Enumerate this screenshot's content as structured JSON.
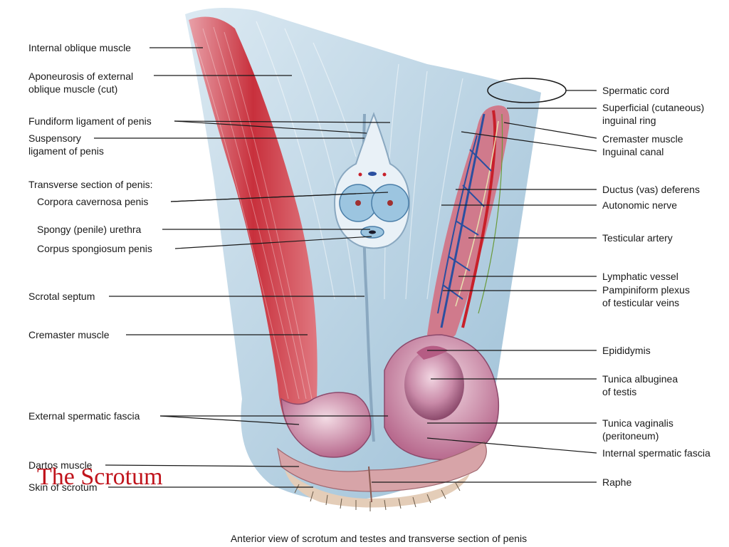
{
  "title": "The Scrotum",
  "caption": "Anterior view of scrotum and testes and transverse section of penis",
  "labels_left": {
    "internal_oblique": "Internal oblique muscle",
    "aponeurosis": "Aponeurosis of external\noblique muscle (cut)",
    "fundiform": "Fundiform ligament of penis",
    "suspensory": "Suspensory\nligament of penis",
    "transverse_section": "Transverse section of penis:",
    "corpora_cavernosa": "Corpora cavernosa penis",
    "spongy_urethra": "Spongy (penile) urethra",
    "corpus_spongiosum": "Corpus spongiosum penis",
    "scrotal_septum": "Scrotal septum",
    "cremaster_left": "Cremaster muscle",
    "external_fascia": "External spermatic fascia",
    "dartos": "Dartos muscle",
    "skin": "Skin of scrotum"
  },
  "labels_right": {
    "spermatic_cord": "Spermatic cord",
    "superficial_ring": "Superficial (cutaneous)\ninguinal ring",
    "cremaster_right": "Cremaster muscle",
    "inguinal_canal": "Inguinal canal",
    "ductus_deferens": "Ductus (vas) deferens",
    "autonomic_nerve": "Autonomic nerve",
    "testicular_artery": "Testicular artery",
    "lymphatic_vessel": "Lymphatic vessel",
    "pampiniform": "Pampiniform plexus\nof testicular veins",
    "epididymis": "Epididymis",
    "tunica_albuginea": "Tunica albuginea\nof testis",
    "tunica_vaginalis": "Tunica vaginalis\n(peritoneum)",
    "internal_fascia": "Internal spermatic fascia",
    "raphe": "Raphe"
  },
  "colors": {
    "title": "#c0141c",
    "muscle_red": "#c8303c",
    "fascia_blue": "#a9c9de",
    "tissue_pink": "#c9789a",
    "vein_blue": "#2a4fa0",
    "artery_red": "#c8202a"
  }
}
